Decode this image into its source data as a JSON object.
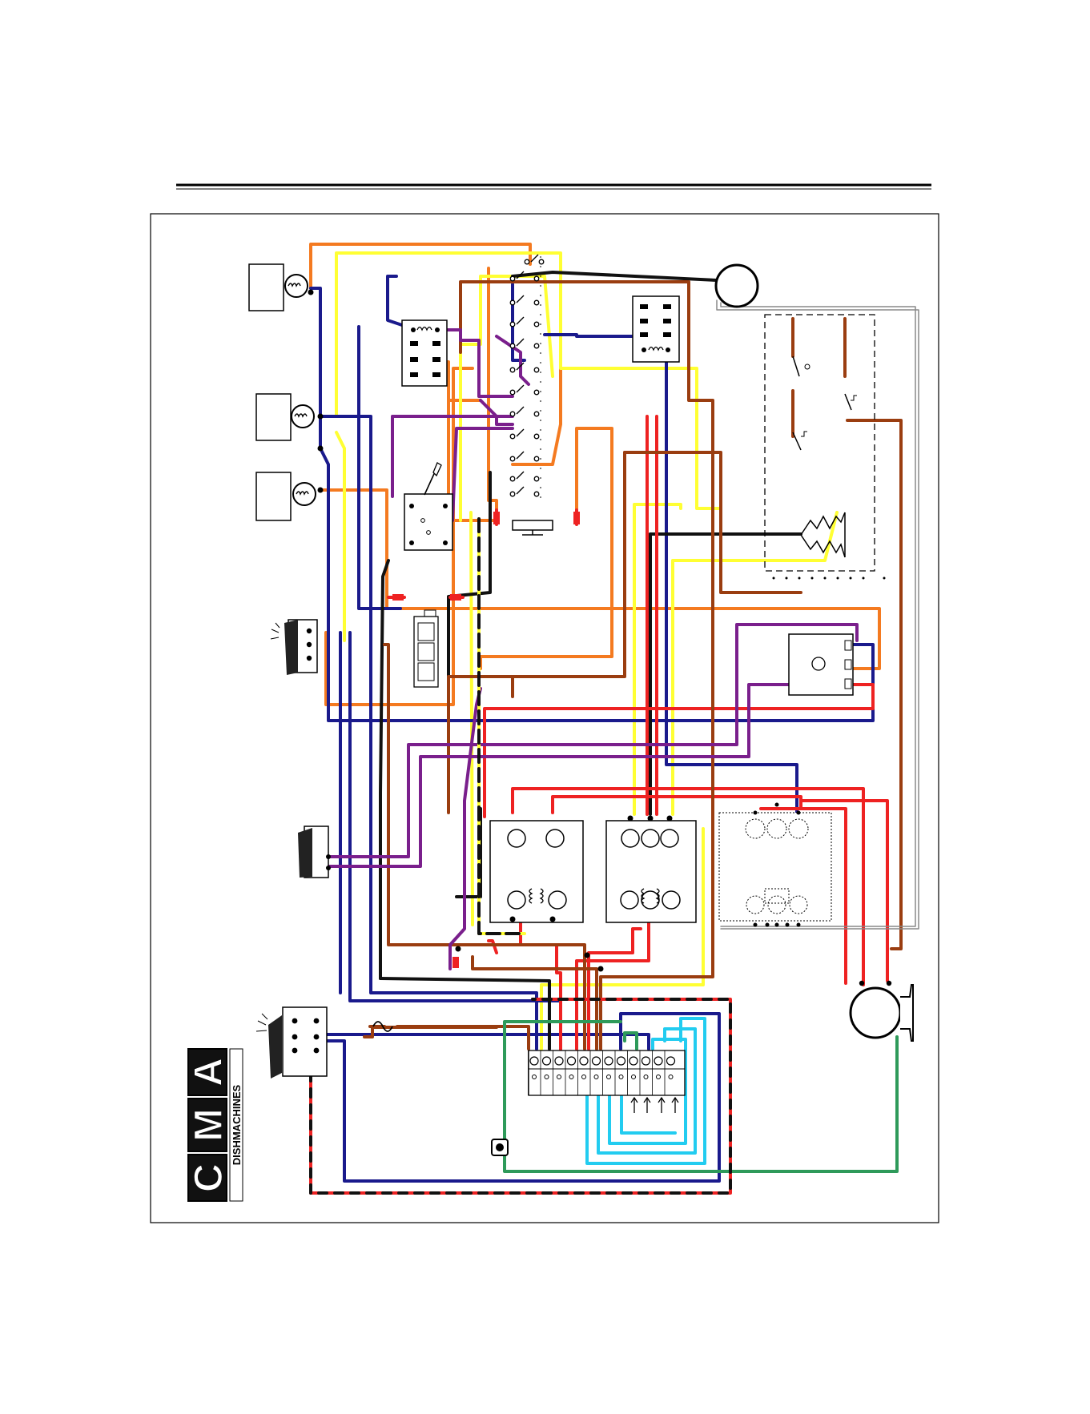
{
  "logo": {
    "letters": [
      "C",
      "M",
      "A"
    ],
    "tagline": "DISHMACHINES"
  },
  "wire_colors": {
    "black": "#111111",
    "navy": "#1a1a8c",
    "red": "#ee2222",
    "orange": "#f47a20",
    "yellow": "#ffff33",
    "brown": "#9a3d10",
    "purple": "#7a1f8c",
    "cyan": "#22ccf0",
    "green": "#2e9a5a"
  }
}
